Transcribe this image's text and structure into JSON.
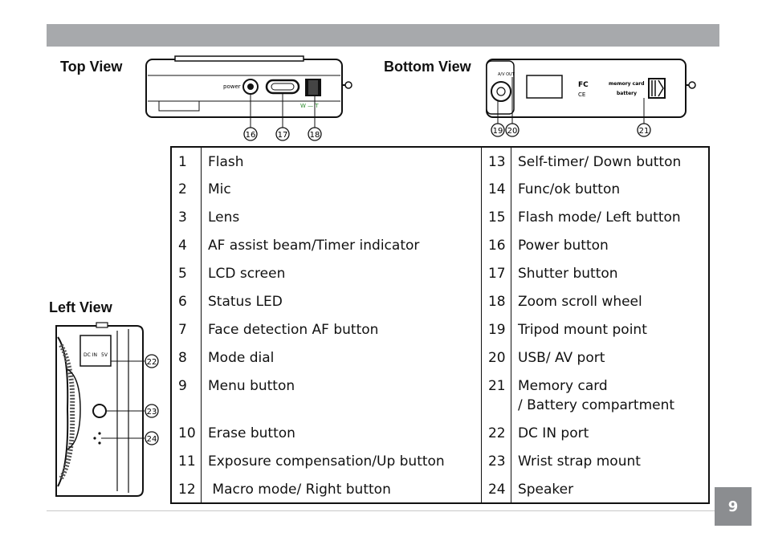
{
  "views": {
    "top": "Top View",
    "bottom": "Bottom View",
    "left": "Left View"
  },
  "device_labels": {
    "power": "power",
    "zoom": "W — T",
    "av_out": "A/V OUT",
    "memory_card": "memory card",
    "battery": "battery",
    "fc": "FC",
    "ce": "CE",
    "dc_in": "DC IN",
    "volts": "5V"
  },
  "callouts": {
    "c16": "16",
    "c17": "17",
    "c18": "18",
    "c19": "19",
    "c20": "20",
    "c21": "21",
    "c22": "22",
    "c23": "23",
    "c24": "24"
  },
  "parts": [
    {
      "n1": "1",
      "d1": "Flash",
      "n2": "13",
      "d2": "Self-timer/ Down button"
    },
    {
      "n1": "2",
      "d1": "Mic",
      "n2": "14",
      "d2": "Func/ok button"
    },
    {
      "n1": "3",
      "d1": "Lens",
      "n2": "15",
      "d2": "Flash mode/ Left button"
    },
    {
      "n1": "4",
      "d1": "AF assist beam/Timer indicator",
      "n2": "16",
      "d2": "Power button"
    },
    {
      "n1": "5",
      "d1": "LCD screen",
      "n2": "17",
      "d2": "Shutter button"
    },
    {
      "n1": "6",
      "d1": "Status LED",
      "n2": "18",
      "d2": "Zoom scroll wheel"
    },
    {
      "n1": "7",
      "d1": "Face detection AF button",
      "n2": "19",
      "d2": "Tripod mount point"
    },
    {
      "n1": "8",
      "d1": "Mode dial",
      "n2": "20",
      "d2": "USB/ AV port"
    },
    {
      "n1": "9",
      "d1": "Menu button",
      "n2": "21",
      "d2": "Memory card",
      "d2b": "/ Battery compartment"
    },
    {
      "n1": "10",
      "d1": "Erase button",
      "n2": "22",
      "d2": "DC IN port"
    },
    {
      "n1": "11",
      "d1": "Exposure compensation/Up button",
      "n2": "23",
      "d2": "Wrist strap mount"
    },
    {
      "n1": "12",
      "d1": " Macro mode/ Right button",
      "n2": "24",
      "d2": "Speaker"
    }
  ],
  "page_number": "9"
}
